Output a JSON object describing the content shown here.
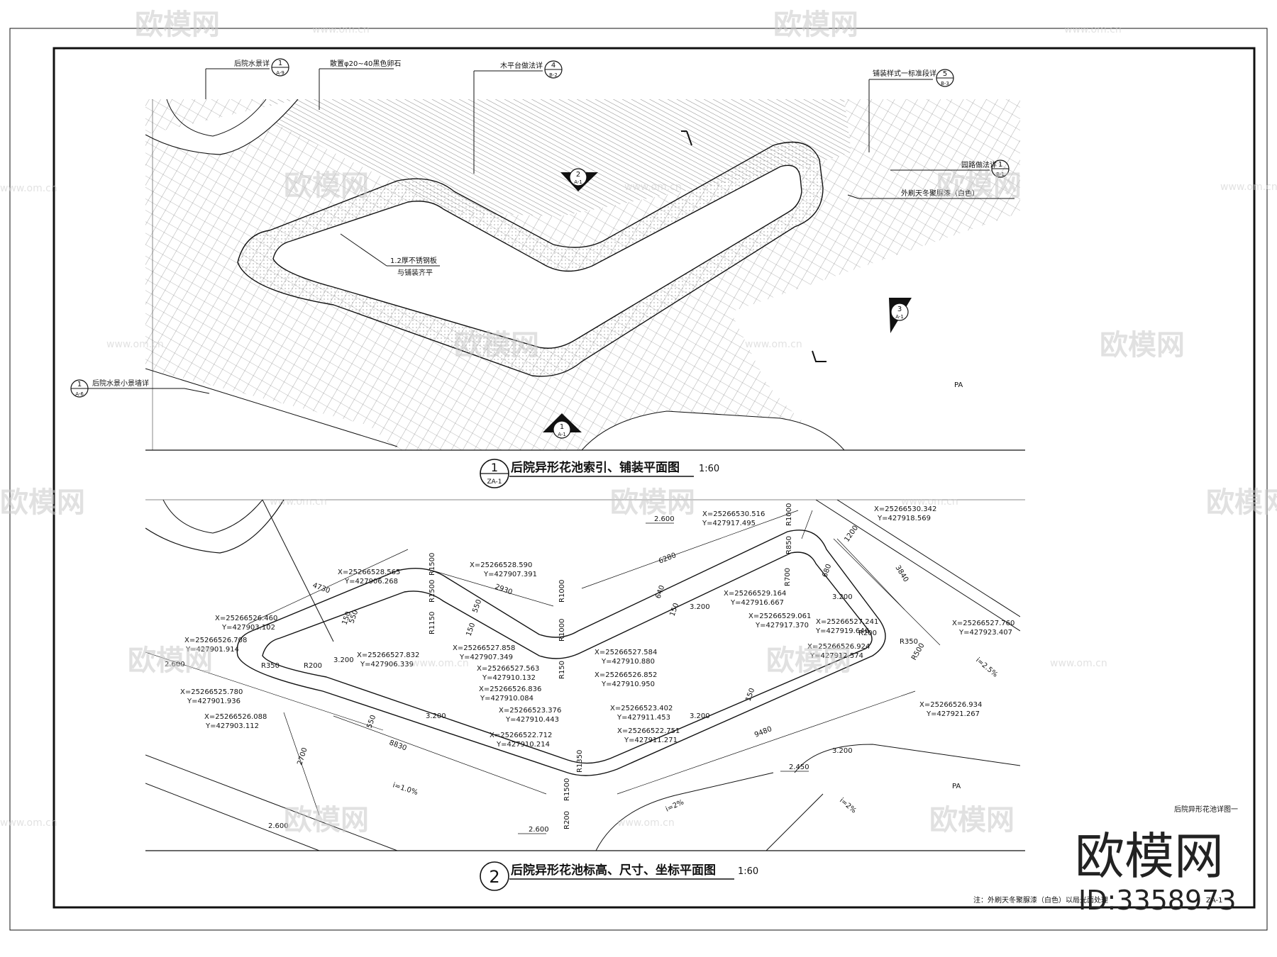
{
  "panel1": {
    "title": "后院异形花池索引、铺装平面图",
    "scale": "1:60",
    "index_symbol": {
      "num": "1",
      "sheet": "ZA-1"
    },
    "callouts": [
      {
        "text": "后院水景详",
        "num": "1",
        "sheet": "A-9"
      },
      {
        "text": "散置φ20~40黑色卵石",
        "num": "",
        "sheet": ""
      },
      {
        "text": "木平台做法详",
        "num": "4",
        "sheet": "B-2"
      },
      {
        "text": "铺装样式一标准段详",
        "num": "5",
        "sheet": "B-3"
      },
      {
        "text": "园路做法详",
        "num": "1",
        "sheet": "B-1"
      },
      {
        "text": "外刷天冬聚脲漆（白色）",
        "num": "",
        "sheet": ""
      },
      {
        "text": "1.2厚不锈钢板",
        "num": "",
        "sheet": ""
      },
      {
        "text": "与铺装齐平",
        "num": "",
        "sheet": ""
      },
      {
        "text": "后院水景小景墙详",
        "num": "1",
        "sheet": "A-6"
      }
    ],
    "sections": [
      {
        "num": "2",
        "sheet": "A-1"
      },
      {
        "num": "3",
        "sheet": "A-1"
      },
      {
        "num": "1",
        "sheet": "A-1"
      }
    ],
    "pa": "PA"
  },
  "panel2": {
    "title": "后院异形花池标高、尺寸、坐标平面图",
    "scale": "1:60",
    "index_symbol": {
      "num": "2",
      "sheet": ""
    },
    "coords": [
      {
        "x": "X=25266530.516",
        "y": "Y=427917.495"
      },
      {
        "x": "X=25266530.342",
        "y": "Y=427918.569"
      },
      {
        "x": "X=25266528.565",
        "y": "Y=427906.268"
      },
      {
        "x": "X=25266528.590",
        "y": "Y=427907.391"
      },
      {
        "x": "X=25266526.460",
        "y": "Y=427903.102"
      },
      {
        "x": "X=25266526.708",
        "y": "Y=427901.914"
      },
      {
        "x": "X=25266527.832",
        "y": "Y=427906.339"
      },
      {
        "x": "X=25266529.164",
        "y": "Y=427916.667"
      },
      {
        "x": "X=25266529.061",
        "y": "Y=427917.370"
      },
      {
        "x": "X=25266527.241",
        "y": "Y=427919.646"
      },
      {
        "x": "X=25266527.760",
        "y": "Y=427923.407"
      },
      {
        "x": "X=25266527.858",
        "y": "Y=427907.349"
      },
      {
        "x": "X=25266527.584",
        "y": "Y=427910.880"
      },
      {
        "x": "X=25266526.924",
        "y": "Y=427912.574"
      },
      {
        "x": "X=25266527.563",
        "y": "Y=427910.132"
      },
      {
        "x": "X=25266526.852",
        "y": "Y=427910.950"
      },
      {
        "x": "X=25266526.836",
        "y": "Y=427910.084"
      },
      {
        "x": "X=25266525.780",
        "y": "Y=427901.936"
      },
      {
        "x": "X=25266526.088",
        "y": "Y=427903.112"
      },
      {
        "x": "X=25266523.376",
        "y": "Y=427910.443"
      },
      {
        "x": "X=25266523.402",
        "y": "Y=427911.453"
      },
      {
        "x": "X=25266522.712",
        "y": "Y=427910.214"
      },
      {
        "x": "X=25266522.751",
        "y": "Y=427911.271"
      },
      {
        "x": "X=25266526.934",
        "y": "Y=427921.267"
      }
    ],
    "dims": [
      "4730",
      "2930",
      "6280",
      "1200",
      "3840",
      "640",
      "550",
      "150",
      "680",
      "8830",
      "9480",
      "2700",
      "150",
      "550",
      "150",
      "550",
      "150"
    ],
    "radii": [
      "R1500",
      "R1500",
      "R1150",
      "R1000",
      "R1000",
      "R150",
      "R1000",
      "R850",
      "R700",
      "R350",
      "R200",
      "R200",
      "R350",
      "R500",
      "R1350",
      "R1500",
      "R200"
    ],
    "elevations": [
      "2.600",
      "3.200",
      "3.200",
      "3.200",
      "2.600",
      "3.200",
      "3.200",
      "2.450",
      "2.600",
      "2.600",
      "3.200"
    ],
    "slopes": [
      "i=2.5%",
      "i=1.0%",
      "i=2%",
      "i=2%"
    ],
    "pa": "PA"
  },
  "sheet_title": "后院异形花池详图一",
  "note": "注：外刷天冬聚脲漆（白色）以局光面处理",
  "sheet_no": "ZA-1",
  "watermark": {
    "brand": "欧模网",
    "url": "www.om.cn"
  },
  "stamp": {
    "brand": "欧模网",
    "id": "ID:3358973"
  }
}
